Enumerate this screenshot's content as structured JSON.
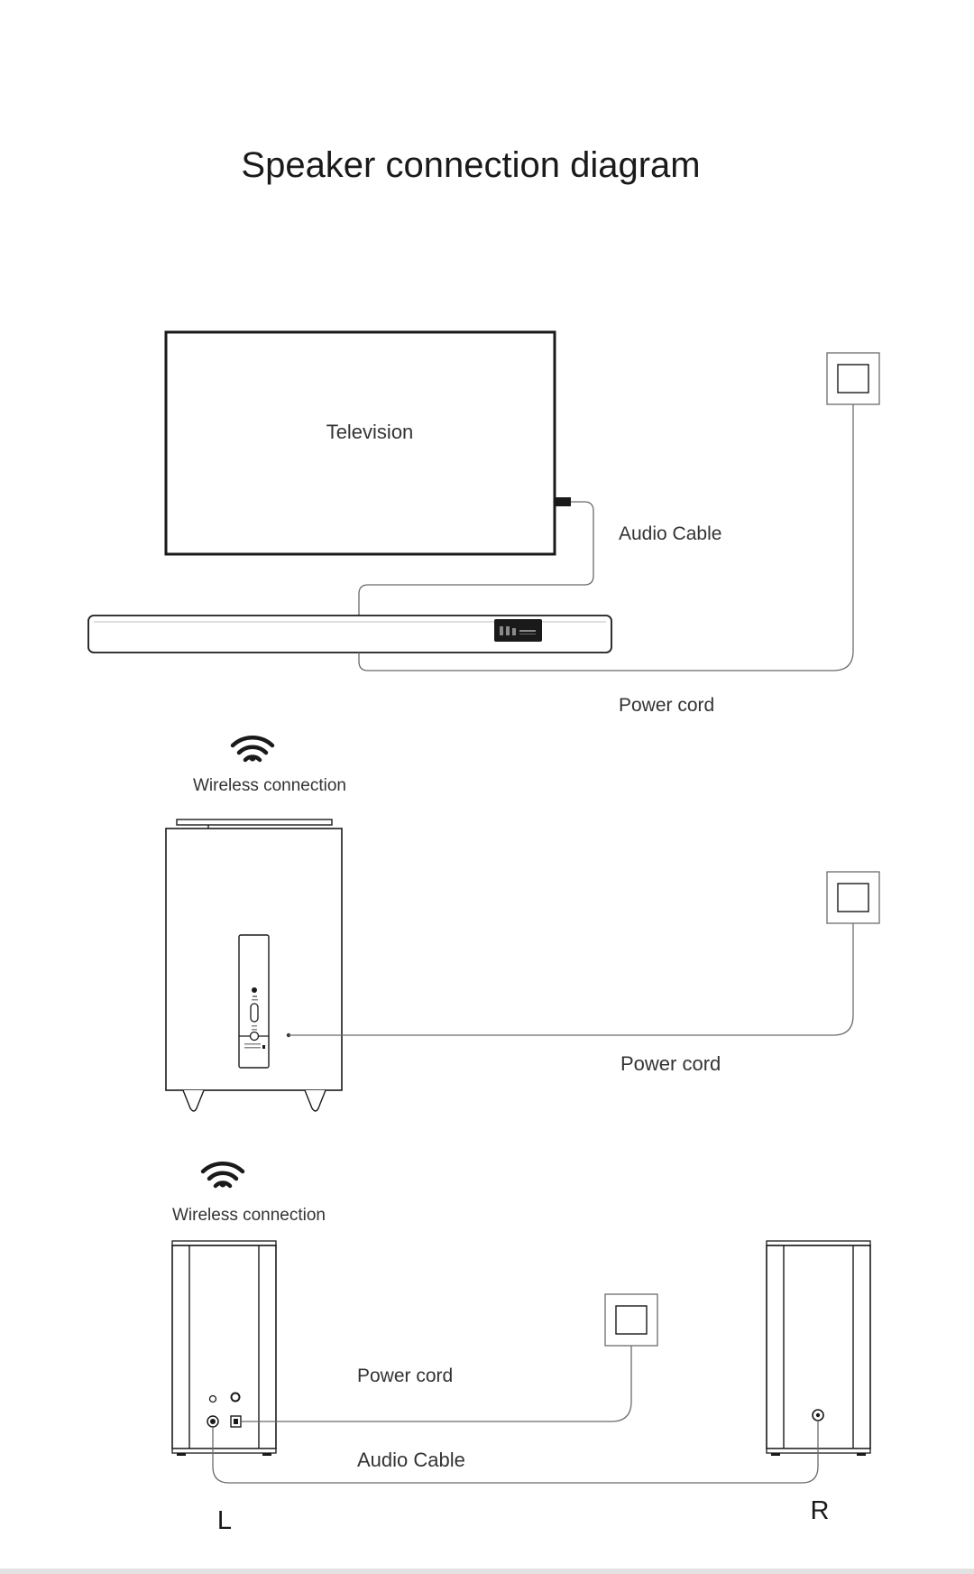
{
  "page": {
    "title": "Speaker connection diagram"
  },
  "soundbar_section": {
    "tv_label": "Television",
    "audio_cable_label": "Audio Cable",
    "power_cord_label": "Power cord"
  },
  "subwoofer_section": {
    "wireless_label": "Wireless connection",
    "power_cord_label": "Power cord"
  },
  "satellite_section": {
    "wireless_label": "Wireless connection",
    "power_cord_label": "Power cord",
    "audio_cable_label": "Audio Cable",
    "left_label": "L",
    "right_label": "R"
  },
  "icons": [
    "wifi-icon",
    "power-outlet-icon"
  ],
  "colors": {
    "ink": "#1a1a1a",
    "line": "#6b6b6b",
    "label": "#333333",
    "panel": "#2a2a2a"
  }
}
